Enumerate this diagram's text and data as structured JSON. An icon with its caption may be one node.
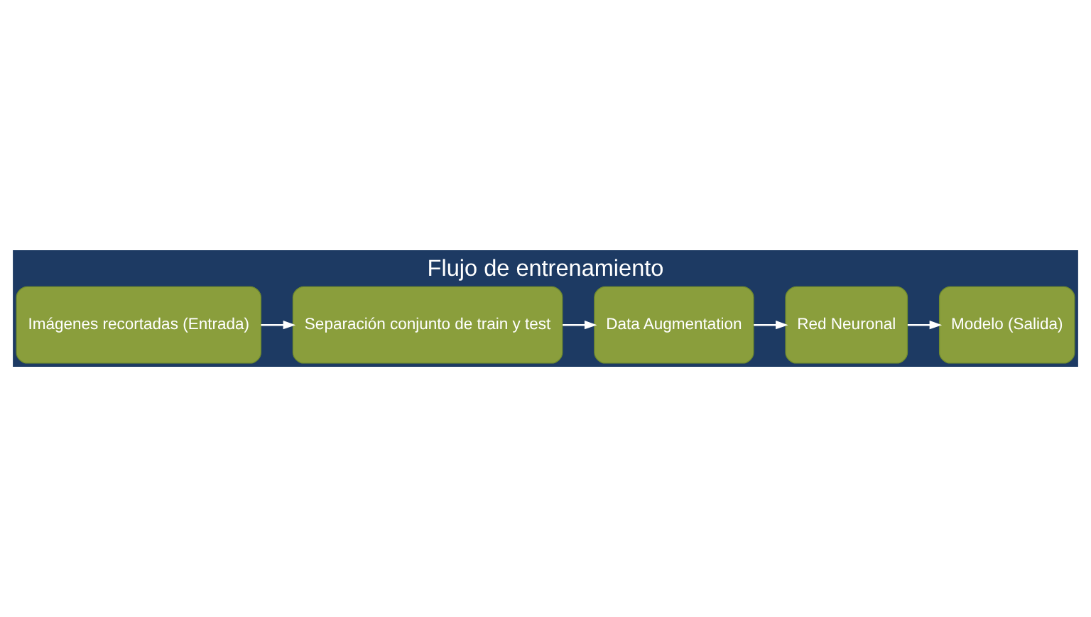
{
  "diagram": {
    "title": "Flujo de entrenamiento",
    "nodes": [
      {
        "text": [
          "Imágenes recortadas (Entrada)"
        ]
      },
      {
        "text": [
          "Separación conjunto de train y test"
        ]
      },
      {
        "text": [
          "Data Augmentation"
        ]
      },
      {
        "text": [
          "Red Neuronal"
        ]
      },
      {
        "text": [
          "Modelo (Salida)"
        ]
      }
    ],
    "edges": [
      {
        "from": 0,
        "to": 1,
        "arrow": "to"
      },
      {
        "from": 1,
        "to": 2,
        "arrow": "to"
      },
      {
        "from": 2,
        "to": 3,
        "arrow": "to"
      },
      {
        "from": 3,
        "to": 4,
        "arrow": "to"
      }
    ]
  }
}
